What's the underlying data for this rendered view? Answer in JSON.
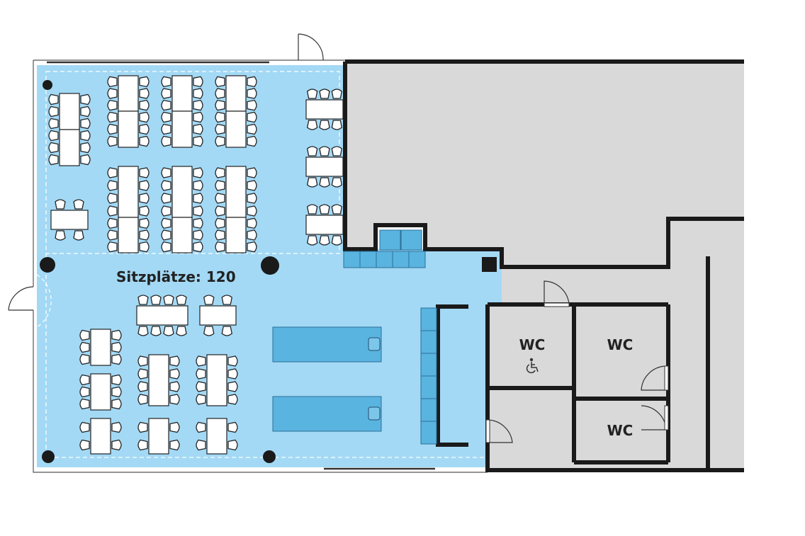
{
  "plan": {
    "seating_label": "Sitzplätze: 120",
    "wc_labels": [
      "WC",
      "WC",
      "WC"
    ],
    "accessible_icon": "wheelchair-icon",
    "colors": {
      "event_area": "#a3d9f5",
      "service_area": "#d9d9d9",
      "wall": "#1a1a1a",
      "counter": "#5ab4e0",
      "furniture": "#ffffff"
    }
  }
}
